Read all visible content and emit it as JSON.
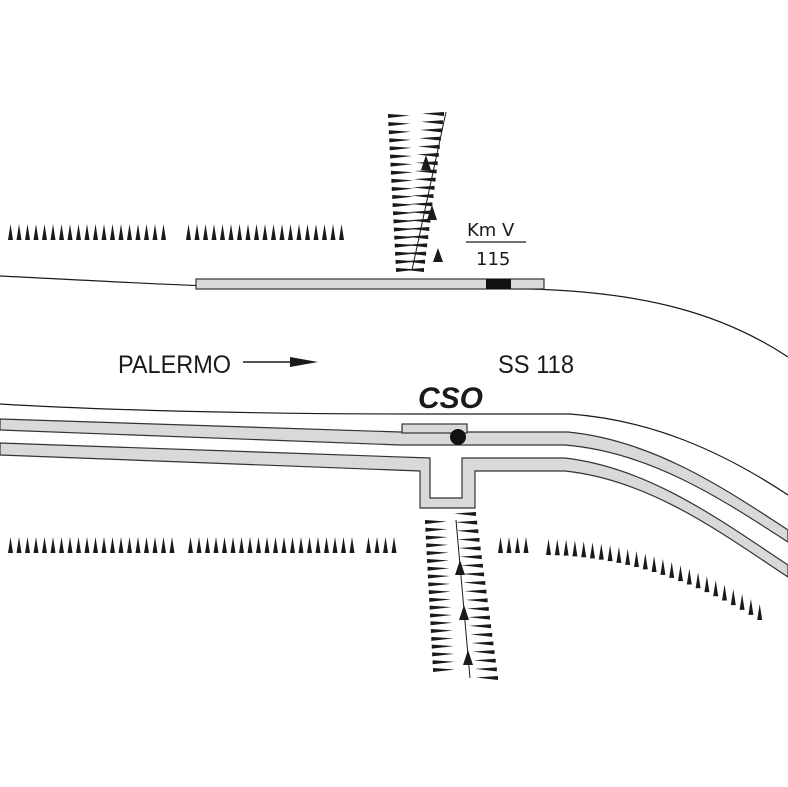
{
  "labels": {
    "km_top": "Km V",
    "km_bottom": "115",
    "direction": "PALERMO",
    "road": "SS 118",
    "station": "CSO"
  },
  "colors": {
    "line": "#1a1a1a",
    "band_fill": "#d9d9d9",
    "band_stroke": "#333333",
    "marker": "#111111"
  },
  "icons": {
    "direction": "arrow-right-icon",
    "station_point": "filled-dot-icon",
    "km_post": "km-marker-icon"
  }
}
